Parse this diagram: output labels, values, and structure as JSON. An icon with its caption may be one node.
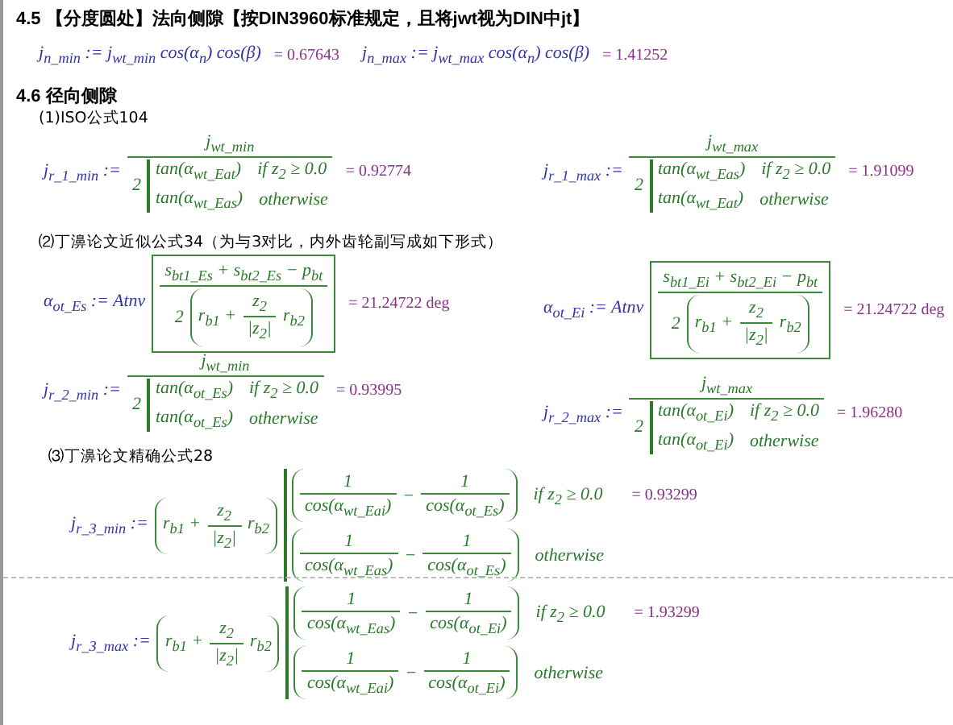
{
  "diagram": {
    "labels": [
      "4.5 【分度圆处】法向侧隙【按DIN3960标准规定，且将jwt视为DIN中jt】",
      "j$_{n_min}$ := j$_{wt_min}$ cos(α$_{n}$) cos(β)",
      "= 0.67643",
      "j$_{n_max}$ := j$_{wt_max}$ cos(α$_{n}$) cos(β)",
      "= 1.41252",
      "4.6 径向侧隙",
      "(1)ISO公式104",
      "j$_{r_1_min}$ :=",
      "j$_{wt_min}$",
      "2",
      "tan(α$_{wt_Eat}$)",
      "if z$_{2}$ ≥ 0.0",
      "tan(α$_{wt_Eas}$)",
      "otherwise",
      "= 0.92774",
      "j$_{r_1_max}$ :=",
      "j$_{wt_max}$",
      "2",
      "tan(α$_{wt_Eas}$)",
      "if z$_{2}$ ≥ 0.0",
      "tan(α$_{wt_Eat}$)",
      "otherwise",
      "= 1.91099",
      "⑵丁濞论文近似公式34（为与3对比，内外齿轮副写成如下形式）",
      "α$_{ot_Es}$ := Atnv",
      "s$_{bt1_Es}$ + s$_{bt2_Es}$ − p$_{bt}$",
      "2",
      "r$_{b1}$ +",
      "z$_{2}$",
      "|z$_{2}$|",
      "r$_{b2}$",
      "= 21.24722 deg",
      "α$_{ot_Ei}$ := Atnv",
      "s$_{bt1_Ei}$ + s$_{bt2_Ei}$ − p$_{bt}$",
      "2",
      "r$_{b1}$ +",
      "z$_{2}$",
      "|z$_{2}$|",
      "r$_{b2}$",
      "= 21.24722 deg",
      "j$_{r_2_min}$ :=",
      "j$_{wt_min}$",
      "2",
      "tan(α$_{ot_Es}$)",
      "if z$_{2}$ ≥ 0.0",
      "tan(α$_{ot_Es}$)",
      "otherwise",
      "= 0.93995",
      "j$_{r_2_max}$ :=",
      "j$_{wt_max}$",
      "2",
      "tan(α$_{ot_Ei}$)",
      "if z$_{2}$ ≥ 0.0",
      "tan(α$_{ot_Ei}$)",
      "otherwise",
      "= 1.96280",
      "⑶丁濞论文精确公式28",
      "j$_{r_3_min}$ :=",
      "r$_{b1}$ +",
      "z$_{2}$",
      "|z$_{2}$|",
      "r$_{b2}$",
      "1",
      "cos(α$_{wt_Eai}$)",
      "−",
      "1",
      "cos(α$_{ot_Es}$)",
      "if z$_{2}$ ≥ 0.0",
      "= 0.93299",
      "1",
      "cos(α$_{wt_Eas}$)",
      "−",
      "1",
      "cos(α$_{ot_Es}$)",
      "otherwise",
      "j$_{r_3_max}$ :=",
      "r$_{b1}$ +",
      "z$_{2}$",
      "|z$_{2}$|",
      "r$_{b2}$",
      "1",
      "cos(α$_{wt_Eas}$)",
      "−",
      "1",
      "cos(α$_{ot_Ei}$)",
      "if z$_{2}$ ≥ 0.0",
      "= 1.93299",
      "1",
      "cos(α$_{wt_Eai}$)",
      "−",
      "1",
      "cos(α$_{ot_Ei}$)",
      "otherwise"
    ]
  }
}
